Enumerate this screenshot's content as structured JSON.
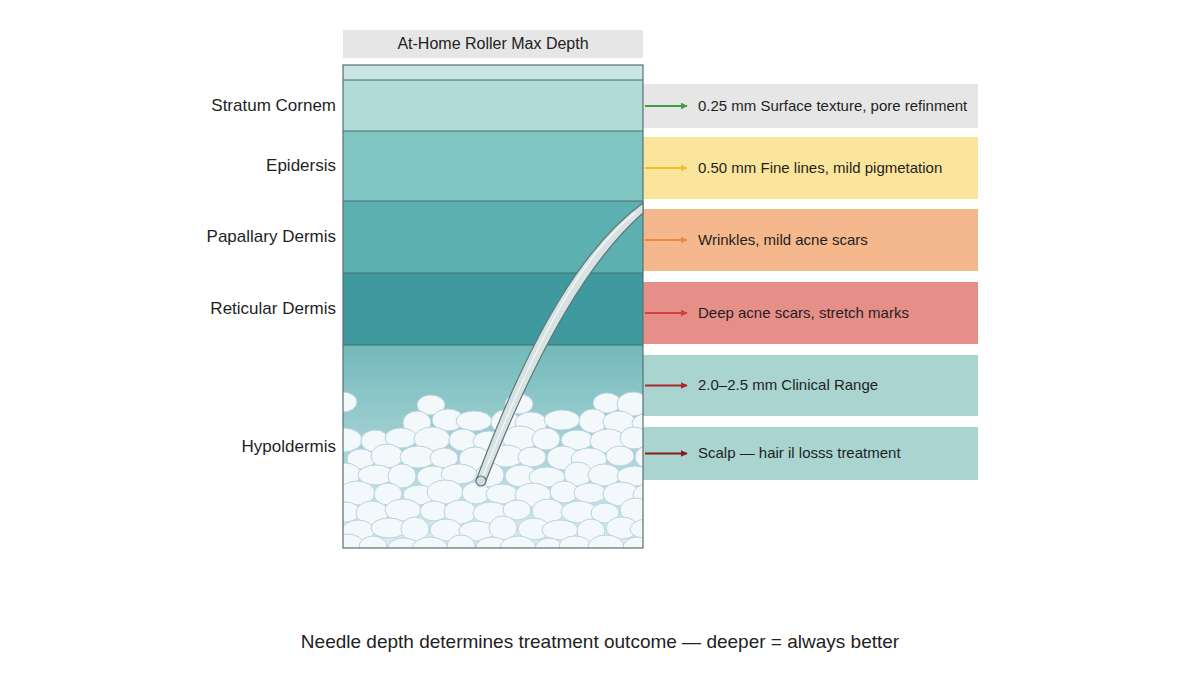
{
  "diagram": {
    "caption": "Needle depth determines treatment outcome — deeper = always better",
    "nodes": [
      {
        "text": [
          "At-Home Roller Max Depth"
        ]
      },
      {
        "text": [
          "Stratum Cornem"
        ]
      },
      {
        "text": [
          "Epidersis"
        ]
      },
      {
        "text": [
          "Papallary Dermis"
        ]
      },
      {
        "text": [
          "Reticular Dermis"
        ]
      },
      {
        "text": [
          "Hypoldermis"
        ]
      },
      {
        "text": [
          "0.25 mm Surface texture, pore refinment"
        ]
      },
      {
        "text": [
          "0.50 mm Fine lines, mild pigmetation"
        ]
      },
      {
        "text": [
          "Wrinkles, mild acne scars"
        ]
      },
      {
        "text": [
          "Deep acne scars, stretch marks"
        ]
      },
      {
        "text": [
          "2.0–2.5 mm Clinical Range"
        ]
      },
      {
        "text": [
          "Scalp — hair il losss treatment"
        ]
      }
    ],
    "edges": [
      {
        "from": 1,
        "to": 6,
        "arrow": "to"
      },
      {
        "from": 2,
        "to": 7,
        "arrow": "to"
      },
      {
        "from": 3,
        "to": 8,
        "arrow": "to"
      },
      {
        "from": 4,
        "to": 9,
        "arrow": "to"
      },
      {
        "from": 5,
        "to": 10,
        "arrow": "to"
      },
      {
        "from": 5,
        "to": 11,
        "arrow": "to"
      }
    ]
  }
}
